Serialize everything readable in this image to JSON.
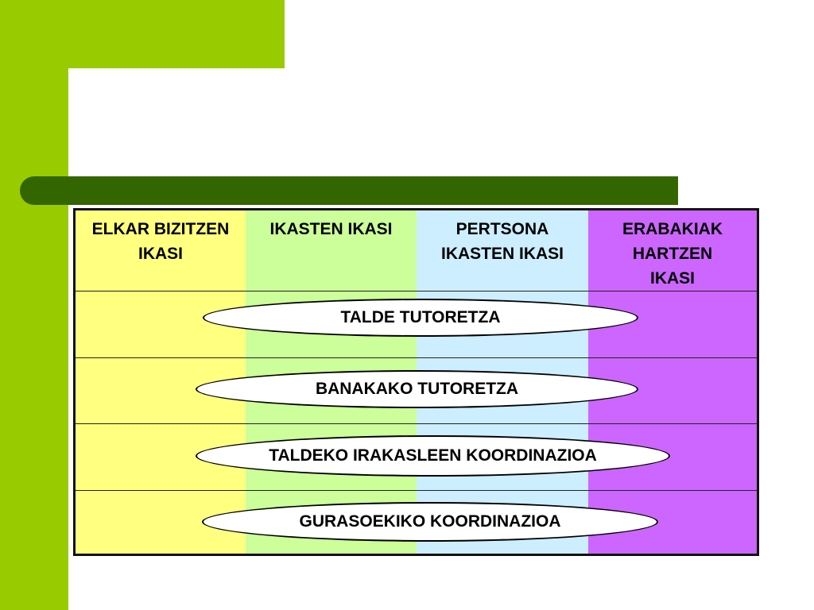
{
  "theme": {
    "accent_green": "#99cc00",
    "dark_green": "#336600"
  },
  "table": {
    "columns": [
      {
        "header": "ELKAR BIZITZEN IKASI",
        "color": "#ffff80"
      },
      {
        "header": "IKASTEN IKASI",
        "color": "#ccff99"
      },
      {
        "header": "PERTSONA IKASTEN IKASI",
        "color": "#cceeff"
      },
      {
        "header": "ERABAKIAK HARTZEN IKASI",
        "color": "#cc66ff"
      }
    ]
  },
  "ovals": [
    "TALDE TUTORETZA",
    "BANAKAKO TUTORETZA",
    "TALDEKO IRAKASLEEN KOORDINAZIOA",
    "GURASOEKIKO KOORDINAZIOA"
  ]
}
